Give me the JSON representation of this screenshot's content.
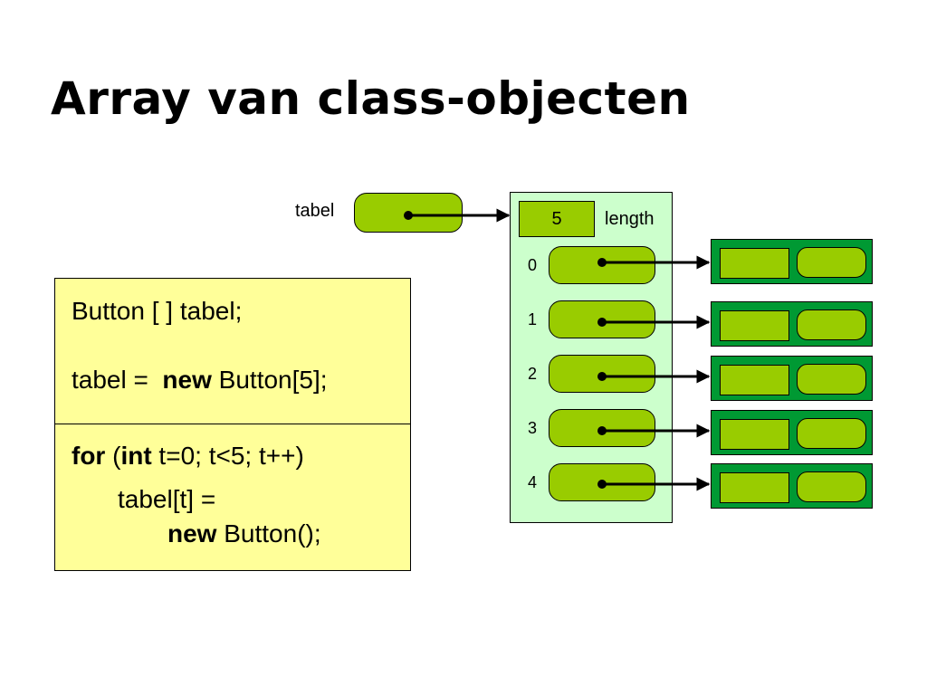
{
  "slide": {
    "title": "Array van class-objecten"
  },
  "code": {
    "declaration": "Button [ ] tabel;",
    "alloc_prefix": "tabel = ",
    "alloc_keyword": "new",
    "alloc_suffix": " Button[5];",
    "loop_keyword_for": "for",
    "loop_paren_open": " (",
    "loop_keyword_int": "int",
    "loop_rest": " t=0; t<5; t++)",
    "assign_line": "tabel[t] =",
    "ctor_keyword": "new",
    "ctor_rest": " Button();"
  },
  "diagram": {
    "variable_label": "tabel",
    "length_value": "5",
    "length_label": "length",
    "indices": [
      "0",
      "1",
      "2",
      "3",
      "4"
    ],
    "colors": {
      "reference": "#99cc00",
      "array_background": "#ccffcc",
      "object": "#009933",
      "code_background": "#ffff99"
    }
  }
}
